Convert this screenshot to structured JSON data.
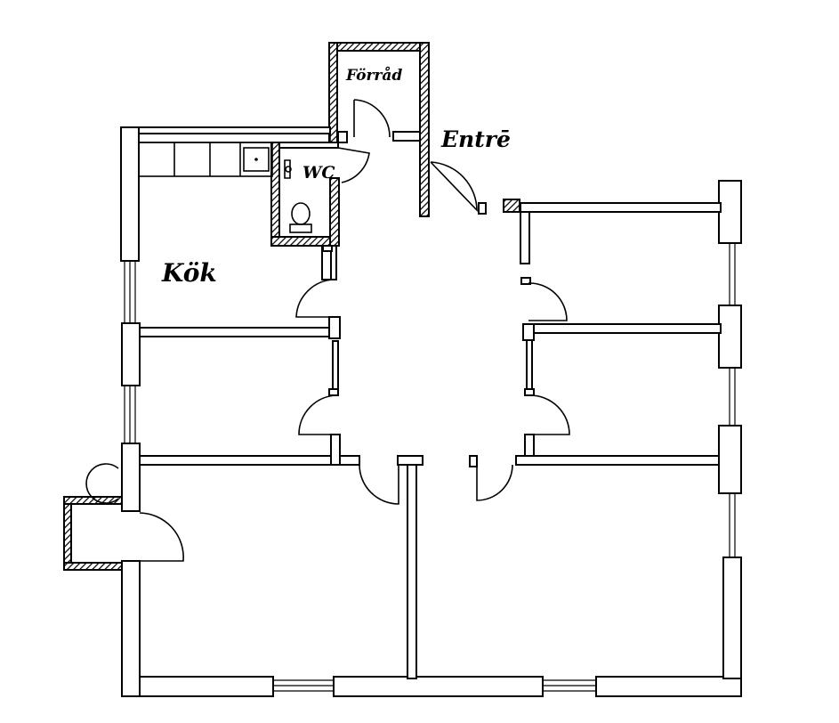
{
  "plan": {
    "rooms": [
      {
        "id": "storage",
        "label": "Förråd"
      },
      {
        "id": "entrance",
        "label": "Entrē"
      },
      {
        "id": "wc",
        "label": "WC"
      },
      {
        "id": "kitchen",
        "label": "Kök"
      }
    ]
  },
  "icons": {
    "toilet": "toilet-icon",
    "sink": "sink-icon",
    "stove": "stove-icon"
  }
}
